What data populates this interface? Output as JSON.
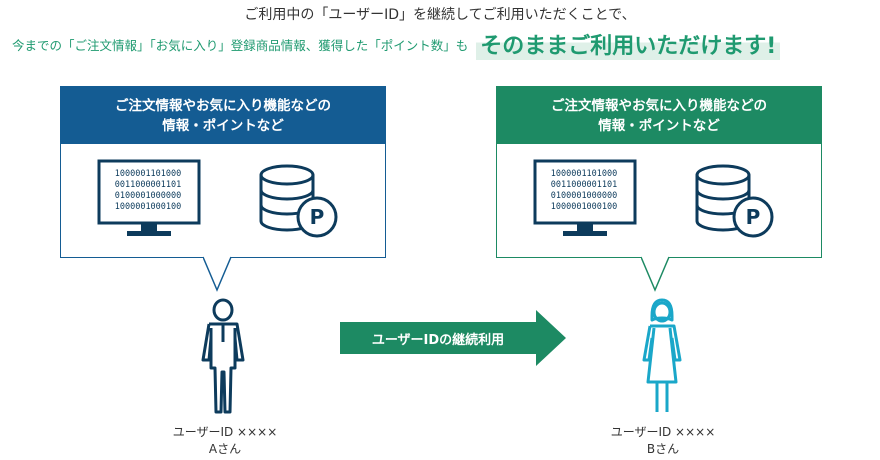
{
  "header": {
    "line1": "ご利用中の「ユーザーID」を継続してご利用いただくことで、",
    "line2_lead": "今までの「ご注文情報」「お気に入り」登録商品情報、獲得した「ポイント数」も",
    "line2_emphasis": "そのままご利用いただけます!"
  },
  "panels": [
    {
      "title": "ご注文情報やお気に入り機能などの\n情報・ポイントなど",
      "code_lines": [
        "1000001101000",
        "0011000001101",
        "0100001000000",
        "1000001000100"
      ],
      "coin_letter": "P",
      "color": "#145c93"
    },
    {
      "title": "ご注文情報やお気に入り機能などの\n情報・ポイントなど",
      "code_lines": [
        "1000001101000",
        "0011000001101",
        "0100001000000",
        "1000001000100"
      ],
      "coin_letter": "P",
      "color": "#1d8a63"
    }
  ],
  "arrow": {
    "label": "ユーザーIDの継続利用",
    "color": "#1d8a63"
  },
  "users": [
    {
      "id_line": "ユーザーID ××××",
      "name": "Aさん",
      "color": "#0d3b5c",
      "icon": "man-icon"
    },
    {
      "id_line": "ユーザーID ××××",
      "name": "Bさん",
      "color": "#1aa7c9",
      "icon": "woman-icon"
    }
  ]
}
